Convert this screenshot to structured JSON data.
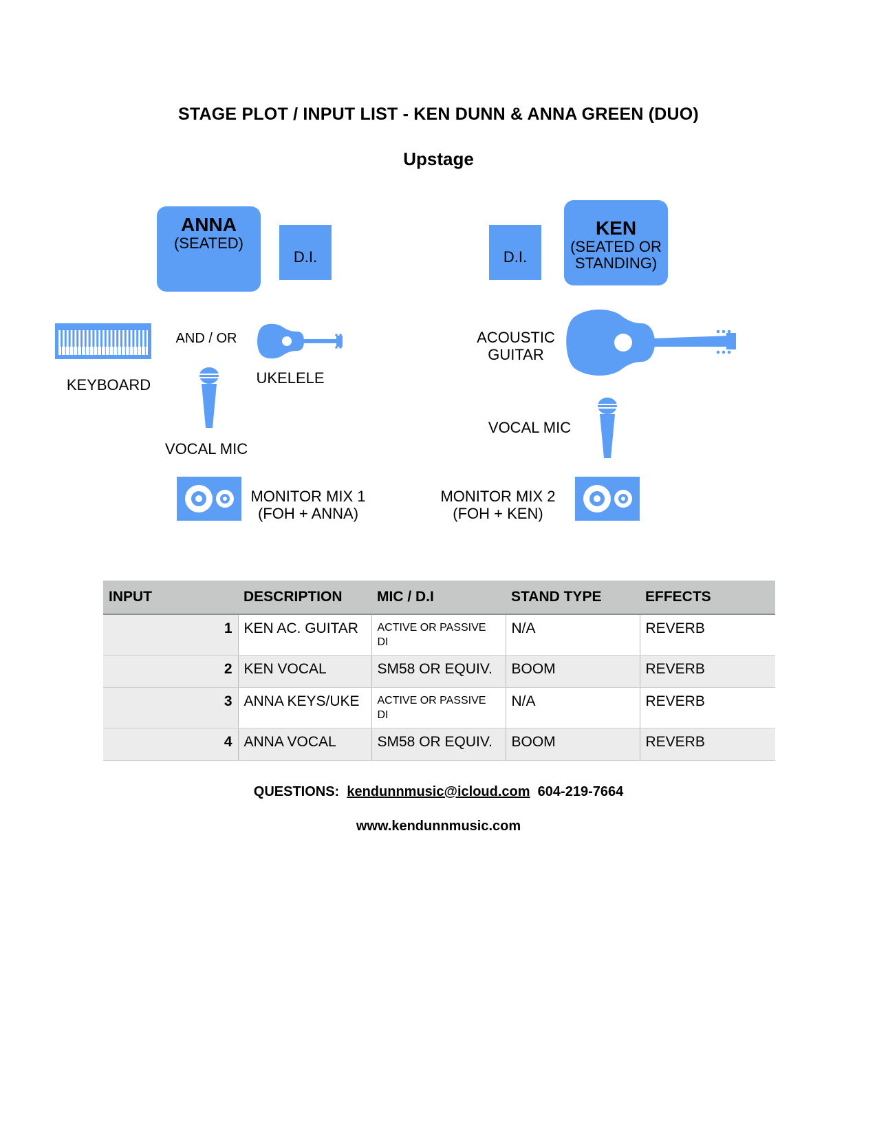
{
  "title": "STAGE PLOT / INPUT LIST - KEN DUNN & ANNA GREEN (DUO)",
  "upstage_label": "Upstage",
  "colors": {
    "stage_blue": "#5c9df5",
    "header_gray": "#c6c8c8",
    "row_shade": "#ececec"
  },
  "plot": {
    "anna": {
      "name": "ANNA",
      "note": "(SEATED)"
    },
    "ken": {
      "name": "KEN",
      "note_line1": "(SEATED OR",
      "note_line2": "STANDING)"
    },
    "di_left": "D.I.",
    "di_right": "D.I.",
    "keyboard_label": "KEYBOARD",
    "and_or": "AND / OR",
    "ukelele_label": "UKELELE",
    "anna_vocal_mic_label": "VOCAL MIC",
    "acoustic_line1": "ACOUSTIC",
    "acoustic_line2": "GUITAR",
    "ken_vocal_mic_label": "VOCAL MIC",
    "monitor1_line1": "MONITOR MIX 1",
    "monitor1_line2": "(FOH + ANNA)",
    "monitor2_line1": "MONITOR MIX 2",
    "monitor2_line2": "(FOH + KEN)",
    "icons": [
      "keyboard-icon",
      "ukulele-icon",
      "acoustic-guitar-icon",
      "microphone-icon",
      "monitor-speaker-icon"
    ]
  },
  "table": {
    "headers": [
      "INPUT",
      "DESCRIPTION",
      "MIC / D.I",
      "STAND TYPE",
      "EFFECTS"
    ],
    "rows": [
      {
        "input": "1",
        "description": "KEN AC. GUITAR",
        "mic_di": "ACTIVE OR PASSIVE DI",
        "stand": "N/A",
        "effects": "REVERB"
      },
      {
        "input": "2",
        "description": "KEN VOCAL",
        "mic_di": "SM58 OR EQUIV.",
        "stand": "BOOM",
        "effects": "REVERB"
      },
      {
        "input": "3",
        "description": "ANNA KEYS/UKE",
        "mic_di": "ACTIVE OR PASSIVE DI",
        "stand": "N/A",
        "effects": "REVERB"
      },
      {
        "input": "4",
        "description": "ANNA VOCAL",
        "mic_di": "SM58 OR EQUIV.",
        "stand": "BOOM",
        "effects": "REVERB"
      }
    ]
  },
  "footer": {
    "questions_label": "QUESTIONS:",
    "email": "kendunnmusic@icloud.com",
    "phone": "604-219-7664",
    "website": "www.kendunnmusic.com"
  }
}
